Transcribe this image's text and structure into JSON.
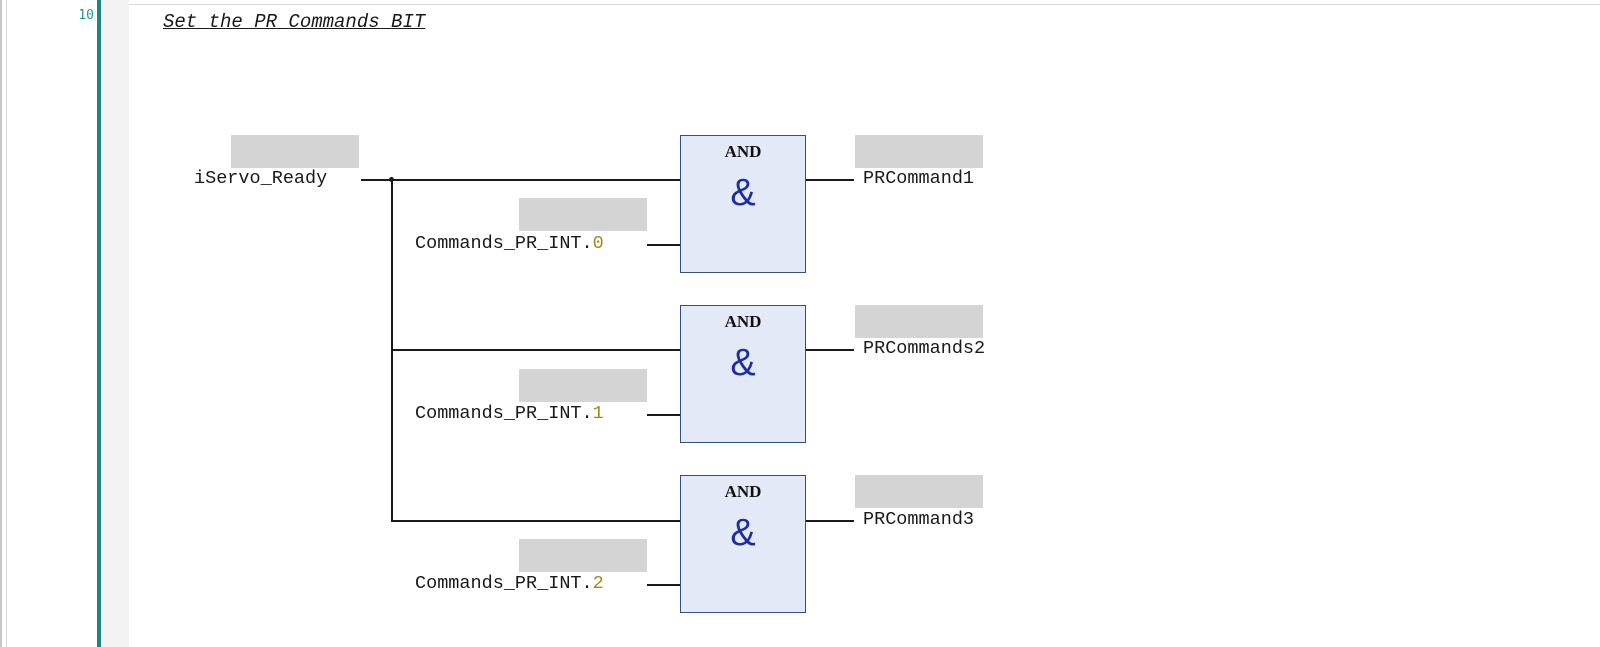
{
  "network": {
    "number": "10",
    "comment": "Set the PR Commands BIT"
  },
  "inputs": {
    "common": "iServo_Ready"
  },
  "rows": [
    {
      "block_type": "AND",
      "block_symbol": "&",
      "input_var": "Commands_PR_INT.",
      "input_bit": "0",
      "output_var": "PRCommand1"
    },
    {
      "block_type": "AND",
      "block_symbol": "&",
      "input_var": "Commands_PR_INT.",
      "input_bit": "1",
      "output_var": "PRCommands2"
    },
    {
      "block_type": "AND",
      "block_symbol": "&",
      "input_var": "Commands_PR_INT.",
      "input_bit": "2",
      "output_var": "PRCommand3"
    }
  ],
  "colors": {
    "network_marker": "#1e8484",
    "block_fill": "#e3e9f7",
    "block_border": "#33507a",
    "and_symbol": "#1d2f9a",
    "bit_index": "#a08a1e",
    "placeholder": "#d4d4d4"
  }
}
